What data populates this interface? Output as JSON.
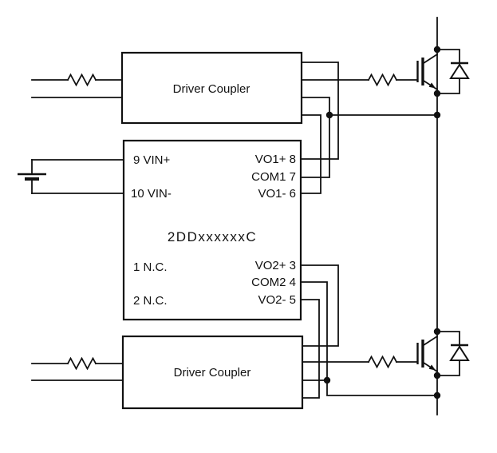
{
  "background_color": "#ffffff",
  "line_color": "#111111",
  "ic": {
    "part_number": "2DDxxxxxxC",
    "left_pins": [
      "9 VIN+",
      "10 VIN-",
      "1 N.C.",
      "2 N.C."
    ],
    "right_pins": [
      "VO1+ 8",
      "COM1 7",
      "VO1- 6",
      "VO2+ 3",
      "COM2 4",
      "VO2- 5"
    ]
  },
  "couplers": {
    "top_label": "Driver Coupler",
    "bottom_label": "Driver Coupler"
  },
  "icons": {
    "battery": "battery-icon",
    "resistor": "resistor-icon",
    "igbt": "igbt-icon",
    "freewheeling_diode": "diode-icon",
    "junction": "junction-dot"
  }
}
